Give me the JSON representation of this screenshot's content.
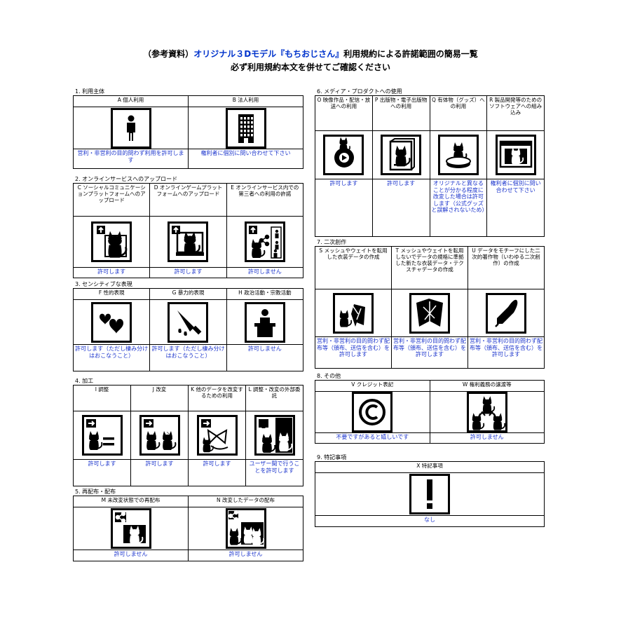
{
  "title": {
    "prefix": "（参考資料）",
    "highlight": "オリジナル３Dモデル『もちおじさん』",
    "suffix": "利用規約による許諾範囲の簡易一覧",
    "line2": "必ず利用規約本文を併せてご確認ください"
  },
  "sections": [
    {
      "id": "s1",
      "label": "1. 利用主体",
      "items": [
        {
          "id": "A",
          "header": "A 個人利用",
          "icon": "person-icon",
          "answer": "営利・非営利の目的問わず利用を許可します"
        },
        {
          "id": "B",
          "header": "B 法人利用",
          "icon": "office-building-icon",
          "answer": "権利者に個別に問い合わせて下さい"
        }
      ]
    },
    {
      "id": "s2",
      "label": "2. オンラインサービスへのアップロード",
      "items": [
        {
          "id": "C",
          "header": "C ソーシャルコミュニケーションプラットフォームへのアップロード",
          "icon": "upload-social-icon",
          "answer": "許可します"
        },
        {
          "id": "D",
          "header": "D オンラインゲームプラットフォームへのアップロード",
          "icon": "upload-game-icon",
          "answer": "許可します"
        },
        {
          "id": "E",
          "header": "E オンラインサービス内での第三者への利用の許諾",
          "icon": "share-third-party-icon",
          "answer": "許可しません"
        }
      ]
    },
    {
      "id": "s3",
      "label": "3. センシティブな表現",
      "items": [
        {
          "id": "F",
          "header": "F 性的表現",
          "icon": "hearts-icon",
          "answer": "許可します（ただし棲み分けはおこなうこと）"
        },
        {
          "id": "G",
          "header": "G 暴力的表現",
          "icon": "knife-icon",
          "answer": "許可します（ただし棲み分けはおこなうこと）"
        },
        {
          "id": "H",
          "header": "H 政治活動・宗教活動",
          "icon": "podium-speaker-icon",
          "answer": "許可しません"
        }
      ]
    },
    {
      "id": "s4",
      "label": "4. 加工",
      "items": [
        {
          "id": "I",
          "header": "I 調整",
          "icon": "adjust-equal-icon",
          "answer": "許可します"
        },
        {
          "id": "J",
          "header": "J 改変",
          "icon": "modify-icon",
          "answer": "許可します"
        },
        {
          "id": "K",
          "header": "K 他のデータを改変するための利用",
          "icon": "ribbon-modify-icon",
          "answer": "許可します"
        },
        {
          "id": "L",
          "header": "L 調整・改変の外部委託",
          "icon": "outsource-icon",
          "answer": "ユーザー間で行うことを許可します"
        }
      ]
    },
    {
      "id": "s5",
      "label": "5. 再配布・配布",
      "items": [
        {
          "id": "M",
          "header": "M 未改変状態での再配布",
          "icon": "redistribute-icon",
          "answer": "許可しません"
        },
        {
          "id": "N",
          "header": "N 改変したデータの配布",
          "icon": "distribute-modified-icon",
          "answer": "許可しません"
        }
      ]
    },
    {
      "id": "s6",
      "label": "6. メディア・プロダクトへの使用",
      "items": [
        {
          "id": "O",
          "header": "O 映像作品・配信・放送への利用",
          "icon": "video-play-icon",
          "answer": "許可します"
        },
        {
          "id": "P",
          "header": "P 出版物・電子出版物への利用",
          "icon": "book-icon",
          "answer": "許可します"
        },
        {
          "id": "Q",
          "header": "Q 有体物（グッズ）への利用",
          "icon": "figure-goods-icon",
          "answer": "オリジナルと異なることが分かる程度に改変した場合は許可します（公式グッズと誤解されないため）"
        },
        {
          "id": "R",
          "header": "R 製品開発等のためのソフトウェアへの組み込み",
          "icon": "software-window-icon",
          "answer": "権利者に個別に問い合わせて下さい"
        }
      ]
    },
    {
      "id": "s7",
      "label": "7. 二次創作",
      "items": [
        {
          "id": "S",
          "header": "S メッシュやウェイトを転用した衣装データの作成",
          "icon": "clothing-mesh-icon",
          "answer": "営利・非営利の目的問わず配布等（頒布、送信を含む）を許可します"
        },
        {
          "id": "T",
          "header": "T メッシュやウェイトを転用しないでデータの規格に準拠した新たな衣装データ・テクスチャデータの作成",
          "icon": "new-clothing-icon",
          "answer": "営利・非営利の目的問わず配布等（頒布、送信を含む）を許可します"
        },
        {
          "id": "U",
          "header": "U データをモチーフにした二次的著作物（いわゆる二次創作）の作成",
          "icon": "pen-icon",
          "answer": "営利・非営利の目的問わず配布等（頒布、送信を含む）を許可します"
        }
      ]
    },
    {
      "id": "s8",
      "label": "8. その他",
      "items": [
        {
          "id": "V",
          "header": "V クレジット表記",
          "icon": "copyright-icon",
          "answer": "不要ですがあると嬉しいです"
        },
        {
          "id": "W",
          "header": "W 権利義務の譲渡等",
          "icon": "transfer-icon",
          "answer": "許可しません"
        }
      ]
    },
    {
      "id": "s9",
      "label": "9. 特記事項",
      "items": [
        {
          "id": "X",
          "header": "X 特記事項",
          "icon": "exclamation-icon",
          "answer": "なし"
        }
      ]
    }
  ]
}
